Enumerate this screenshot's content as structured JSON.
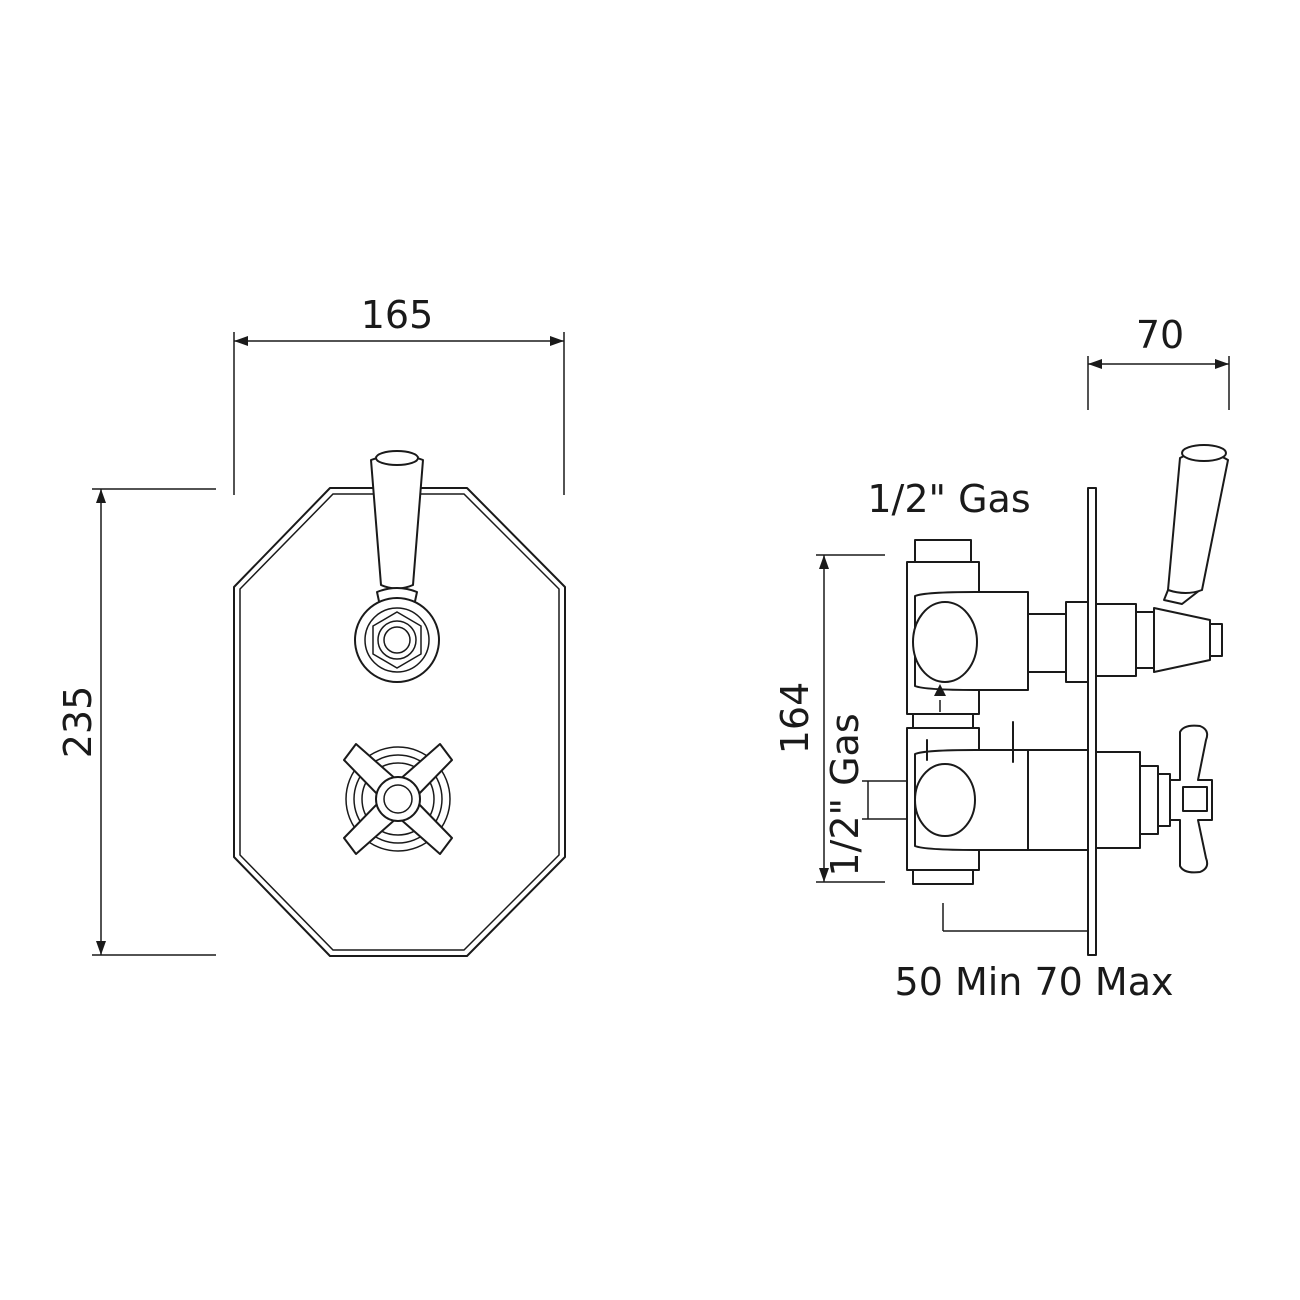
{
  "front_view": {
    "width_label": "165",
    "height_label": "235"
  },
  "side_view": {
    "depth_label": "70",
    "inlet_top_label": "1/2\" Gas",
    "inlet_side_label": "1/2\" Gas",
    "body_height_label": "164",
    "wall_depth_label": "50 Min 70 Max"
  }
}
